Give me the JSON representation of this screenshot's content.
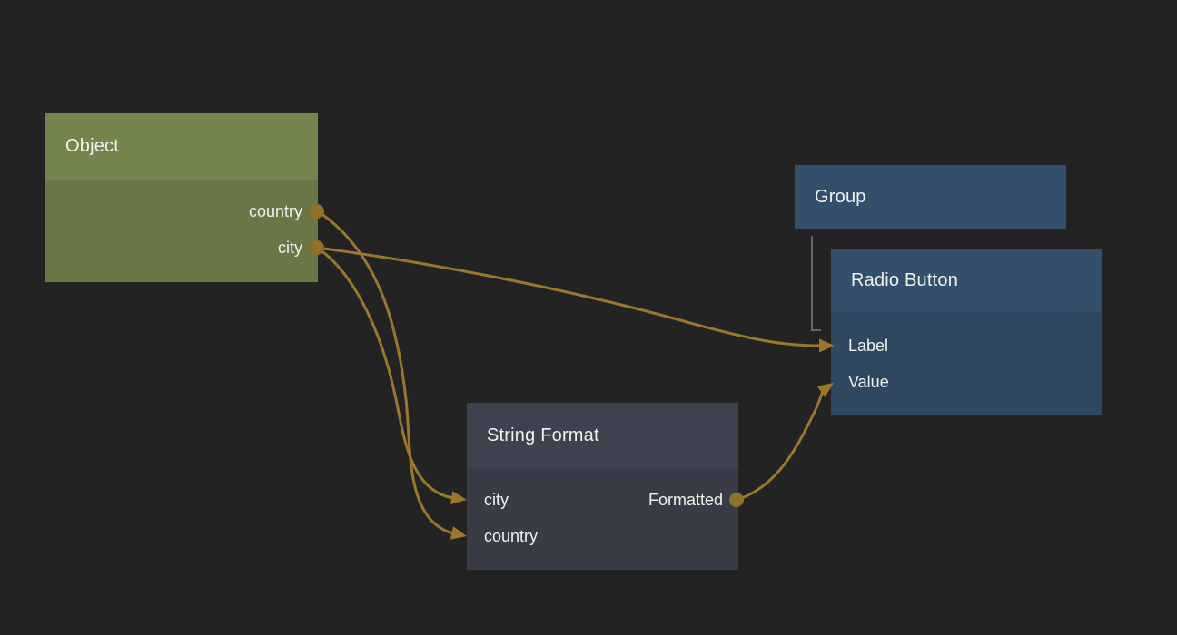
{
  "canvas": {
    "background": "#232323"
  },
  "colors": {
    "bg": "#232323",
    "wire": "#9a772b",
    "port": "#91702a",
    "parent-link": "#7c7c7c",
    "text": "#f1f2ee",
    "green-header": "#73854c",
    "green-body": "#697745",
    "blue-header": "#334f6b",
    "blue-body": "#2f4761",
    "slate-header": "#3e424e",
    "slate-body": "#393b47"
  },
  "nodes": [
    {
      "id": "object",
      "title": "Object",
      "outputs": [
        {
          "label": "country"
        },
        {
          "label": "city"
        }
      ]
    },
    {
      "id": "group",
      "title": "Group"
    },
    {
      "id": "radio-button",
      "title": "Radio Button",
      "inputs": [
        {
          "label": "Label"
        },
        {
          "label": "Value"
        }
      ]
    },
    {
      "id": "string-format",
      "title": "String Format",
      "inputs": [
        {
          "label": "city"
        },
        {
          "label": "country"
        }
      ],
      "outputs": [
        {
          "label": "Formatted"
        }
      ]
    }
  ],
  "connections": [
    {
      "from": "Object.country",
      "to": "String Format.country",
      "style": "wire"
    },
    {
      "from": "Object.city",
      "to": "String Format.city",
      "style": "wire"
    },
    {
      "from": "Object.city",
      "to": "Radio Button.Label",
      "style": "wire"
    },
    {
      "from": "String Format.Formatted",
      "to": "Radio Button.Value",
      "style": "wire"
    },
    {
      "from": "Group",
      "to": "Radio Button",
      "style": "parent-link"
    }
  ]
}
